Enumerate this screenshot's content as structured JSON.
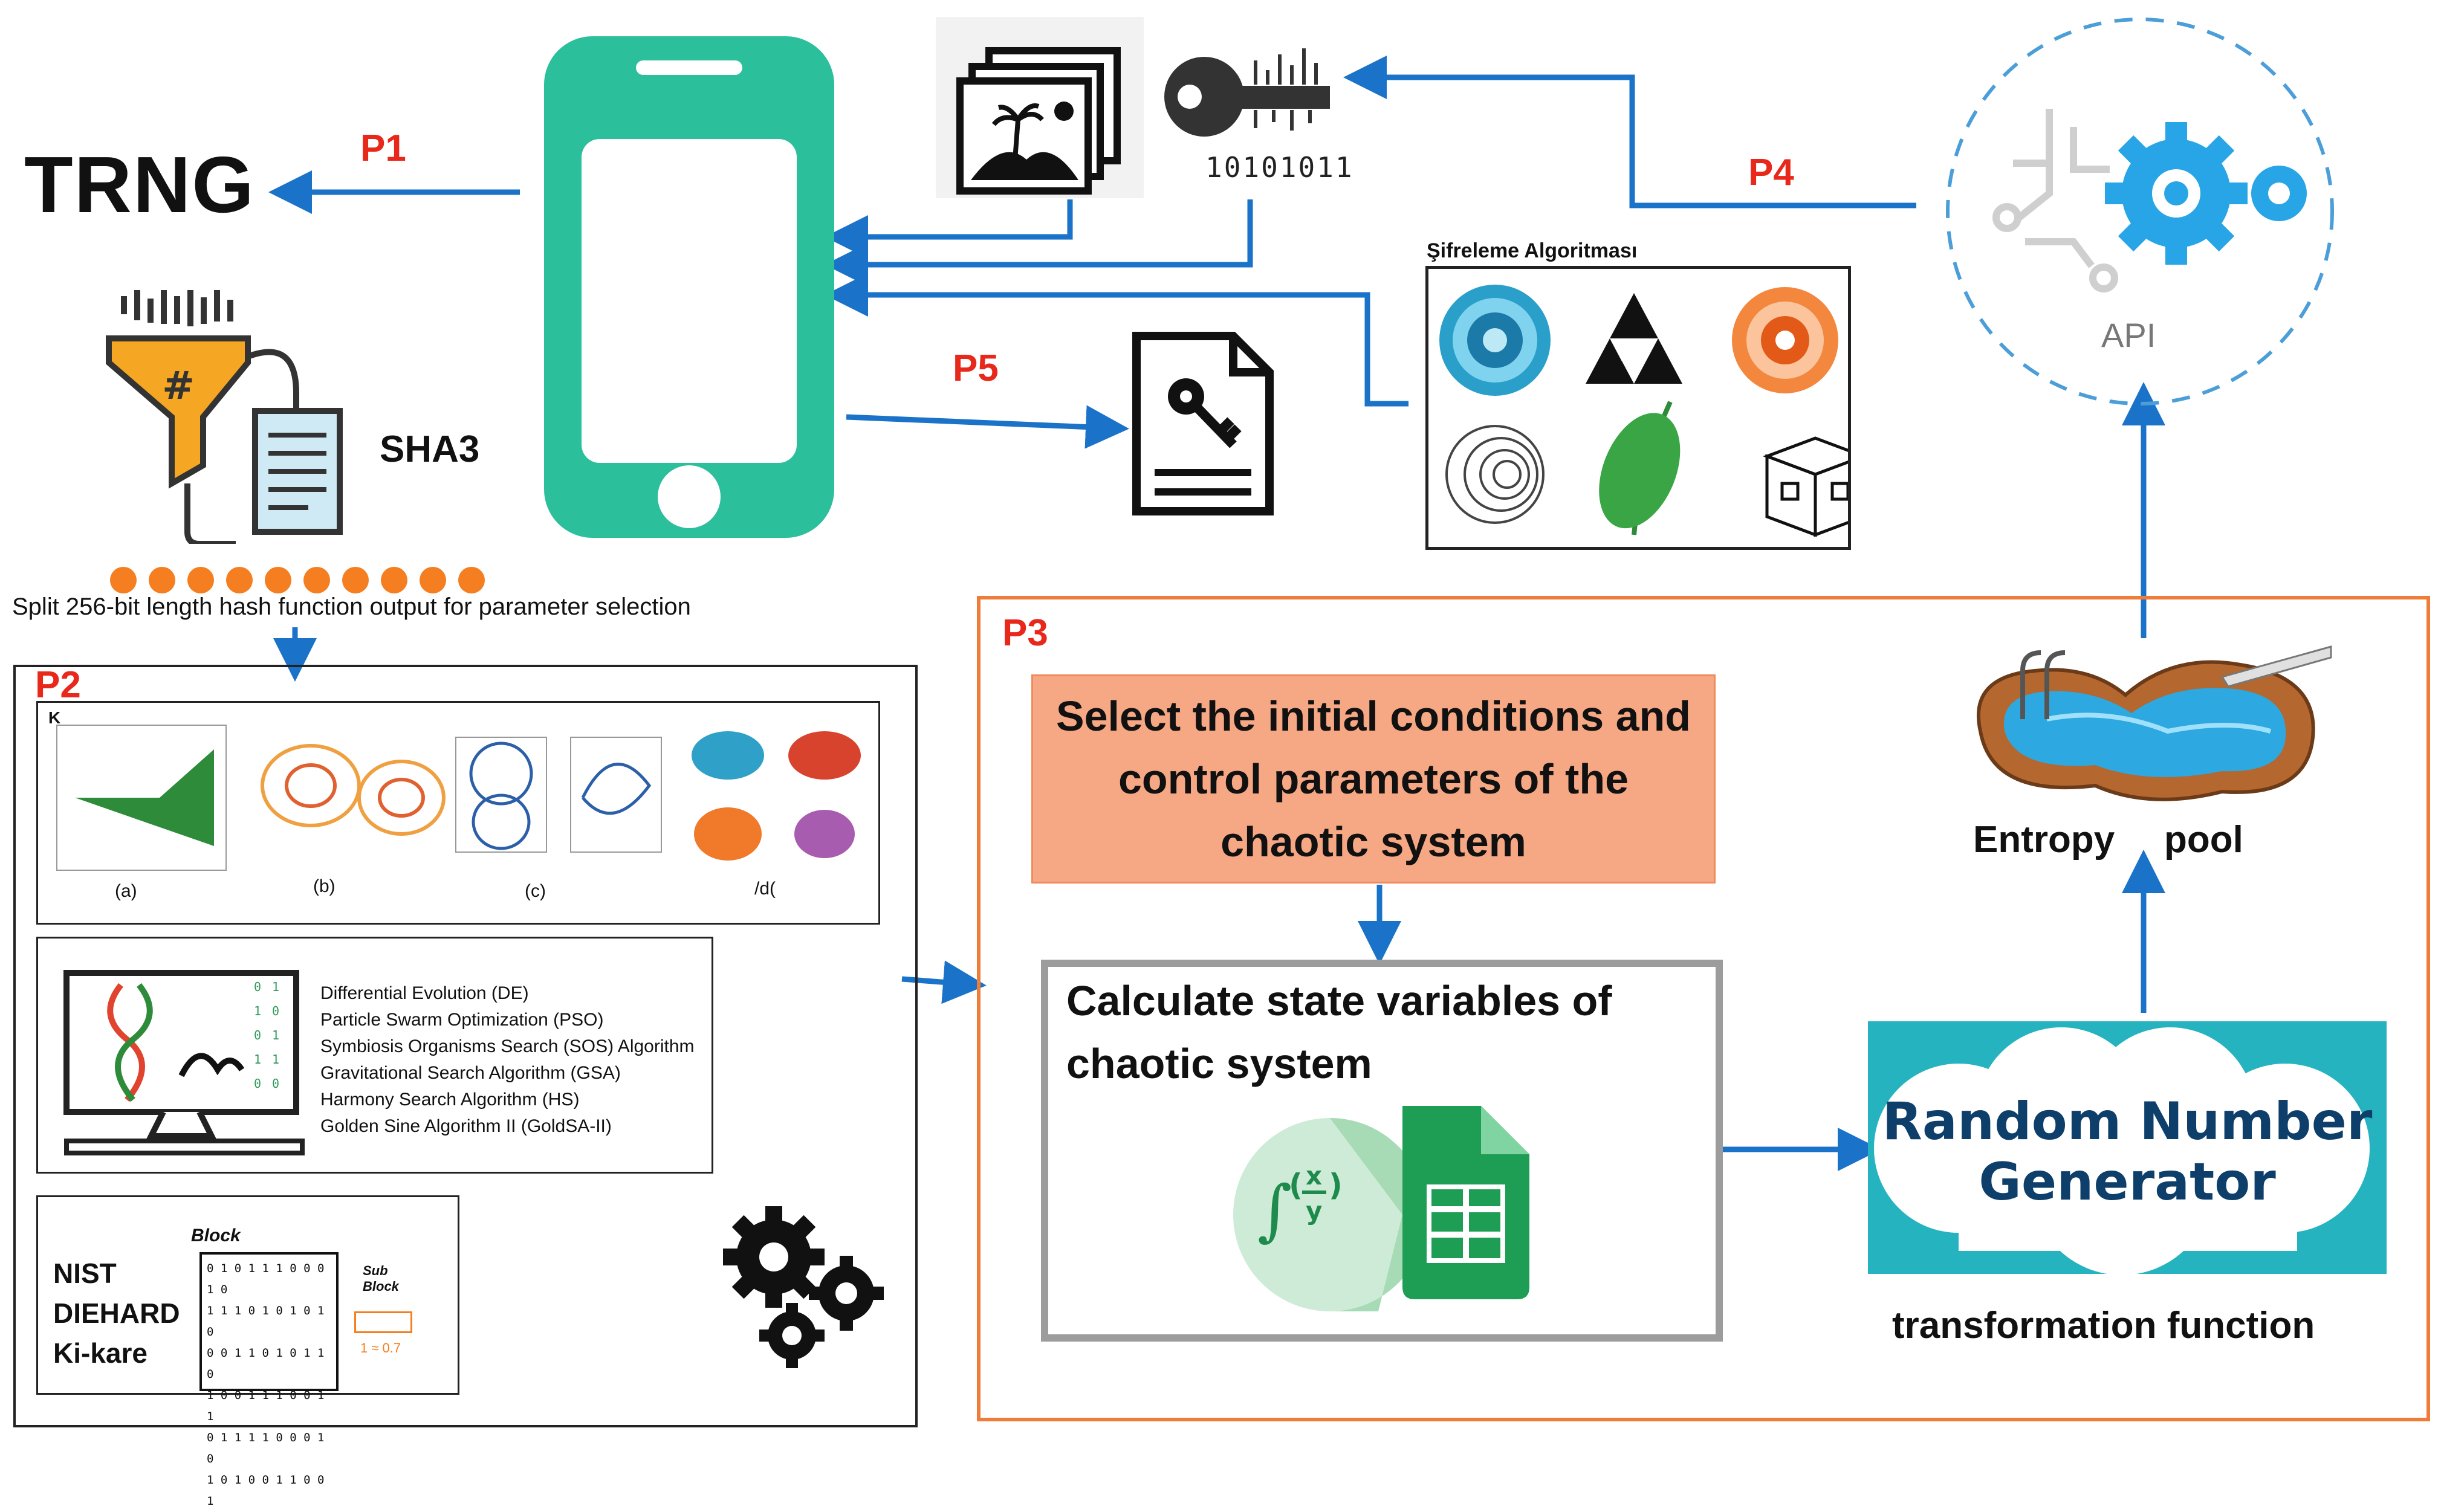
{
  "labels": {
    "trng": "TRNG",
    "p1": "P1",
    "p2": "P2",
    "p3": "P3",
    "p4": "P4",
    "p5": "P5",
    "sha3": "SHA3",
    "split_caption": "Split 256-bit length hash function output for parameter selection",
    "sifreleme_title": "Şifreleme Algoritması",
    "api": "API",
    "entropy": "Entropy",
    "pool": "pool",
    "select_text": "Select the initial conditions and control parameters of the chaotic system",
    "calc_line1": "Calculate state variables of",
    "calc_line2": "chaotic system",
    "rng_line1": "Random Number",
    "rng_line2": "Generator",
    "transformation": "transformation function",
    "key_bits": "10101011",
    "plots_corner": "K"
  },
  "plots": {
    "a": "(a)",
    "b": "(b)",
    "c": "(c)",
    "d": "/d("
  },
  "algorithms": [
    "Differential Evolution (DE)",
    "Particle Swarm Optimization (PSO)",
    "Symbiosis Organisms Search (SOS) Algorithm",
    "Gravitational Search Algorithm (GSA)",
    "Harmony Search Algorithm (HS)",
    "Golden Sine Algorithm II (GoldSA-II)"
  ],
  "tests": [
    "NIST",
    "DIEHARD",
    "Ki-kare"
  ],
  "block_sketch": {
    "block": "Block",
    "sub_block": "Sub Block",
    "rows": [
      "0 1 0 1 1 1 0 0 0 1 0",
      "1 1 1 0 1 0 1 0 1 0",
      "0 0 1 1 0 1 0 1 1 0",
      "1 0 0 1 1 1 0 0 1 1",
      "0 1 1 1 1 0 0 0 1 0",
      "1 0 1 0 0 1 1 0 0 1"
    ],
    "note": "1 ≈ 0.7"
  },
  "colors": {
    "arrow_blue": "#1a73c8",
    "label_red": "#e8281b",
    "phone_teal": "#2bbf9c",
    "p3_orange": "#ef7d39",
    "select_fill": "#f6a783",
    "rng_teal": "#26b3c0",
    "dot_orange": "#f47e20"
  }
}
